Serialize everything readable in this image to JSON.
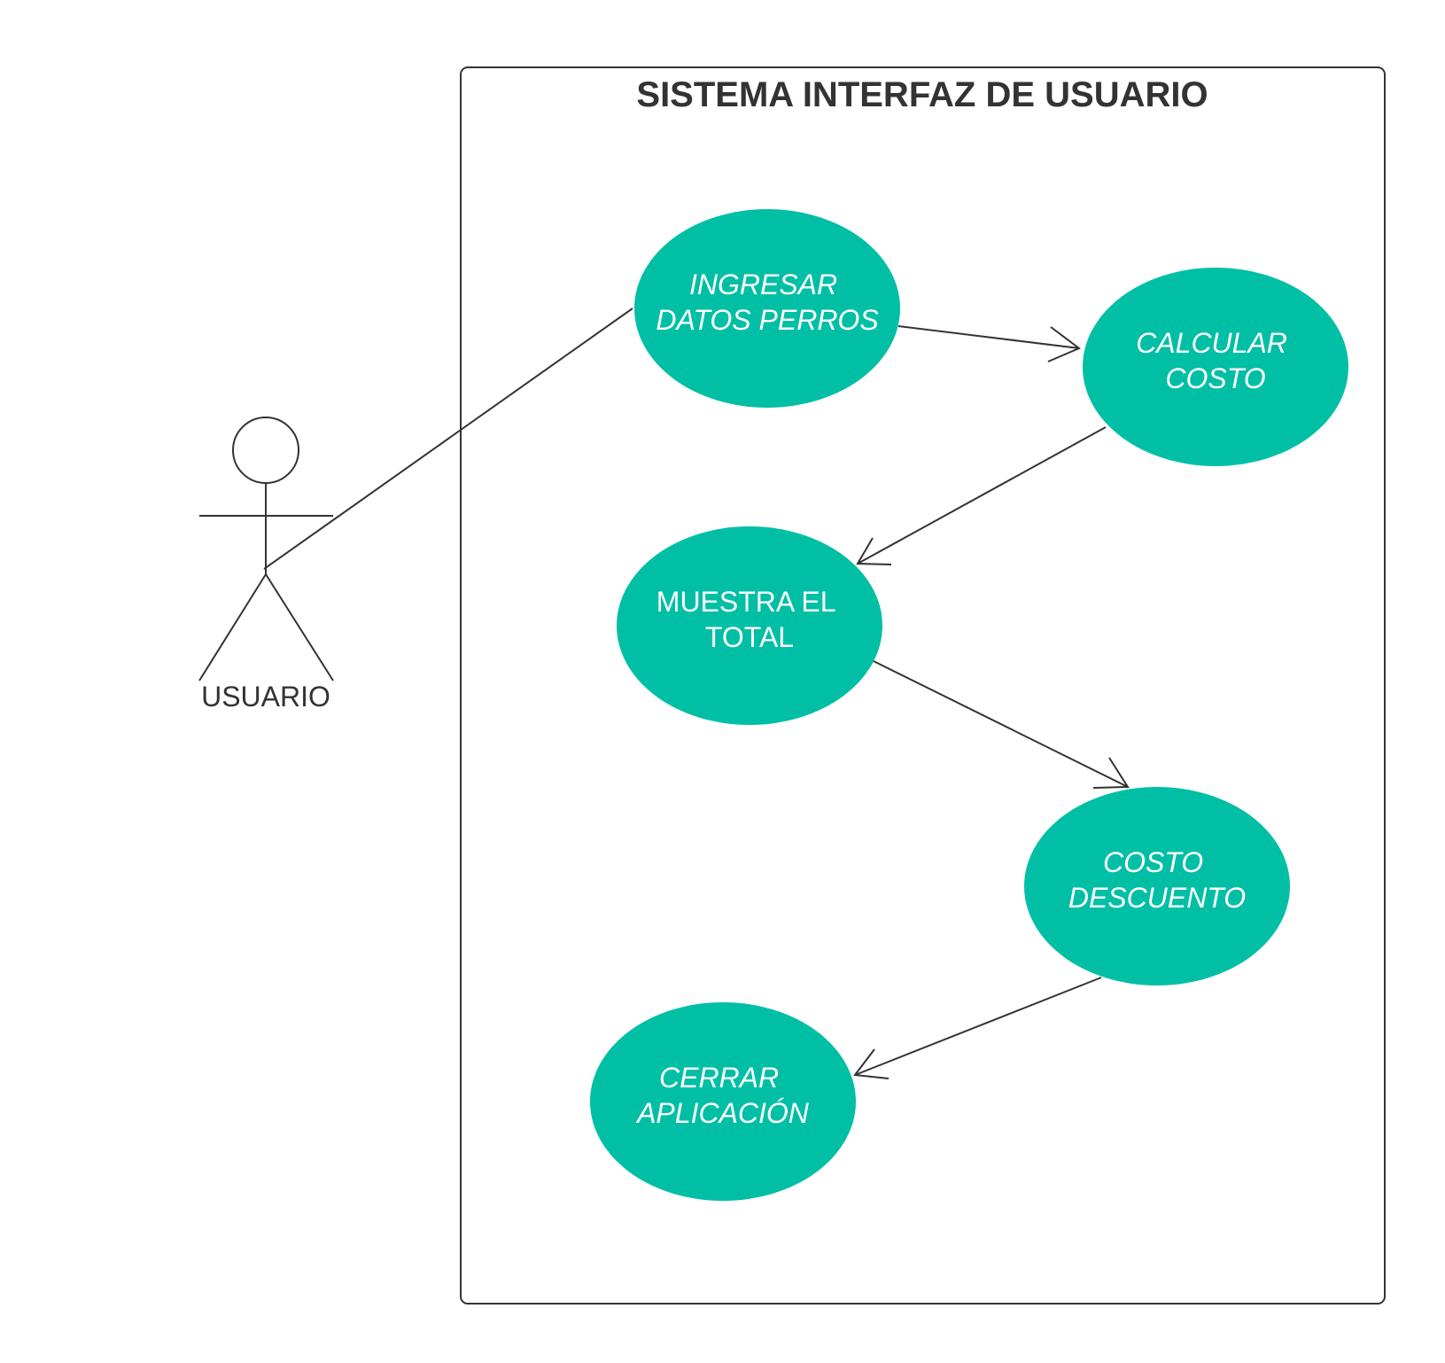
{
  "system": {
    "title": "SISTEMA INTERFAZ DE USUARIO"
  },
  "actor": {
    "label": "USUARIO"
  },
  "colors": {
    "use_case_fill": "#00bfa5",
    "use_case_text": "#ffffff",
    "line": "#333333"
  },
  "use_cases": [
    {
      "id": "ingresar",
      "lines": [
        "INGRESAR",
        "DATOS PERROS"
      ],
      "italic": true
    },
    {
      "id": "calcular",
      "lines": [
        "CALCULAR",
        "COSTO"
      ],
      "italic": true
    },
    {
      "id": "muestra",
      "lines": [
        "MUESTRA EL",
        "TOTAL"
      ],
      "italic": false
    },
    {
      "id": "descuento",
      "lines": [
        "COSTO",
        "DESCUENTO"
      ],
      "italic": true
    },
    {
      "id": "cerrar",
      "lines": [
        "CERRAR",
        "APLICACIÓN"
      ],
      "italic": true
    }
  ],
  "relations": [
    {
      "from": "actor",
      "to": "ingresar",
      "type": "association"
    },
    {
      "from": "ingresar",
      "to": "calcular",
      "type": "flow"
    },
    {
      "from": "calcular",
      "to": "muestra",
      "type": "flow"
    },
    {
      "from": "muestra",
      "to": "descuento",
      "type": "flow"
    },
    {
      "from": "descuento",
      "to": "cerrar",
      "type": "flow"
    }
  ]
}
